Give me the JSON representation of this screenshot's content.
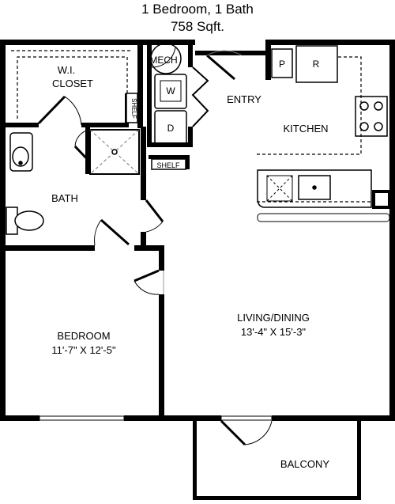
{
  "header": {
    "unit_type": "1 Bedroom, 1 Bath",
    "area": "758 Sqft."
  },
  "rooms": {
    "closet_line1": "W.I.",
    "closet_line2": "CLOSET",
    "mech": "MECH",
    "washer": "W",
    "dryer": "D",
    "entry": "ENTRY",
    "pantry": "P",
    "fridge": "R",
    "kitchen": "KITCHEN",
    "bath": "BATH",
    "shelf_closet": "SHELF",
    "shelf_hall": "SHELF",
    "bedroom_name": "BEDROOM",
    "bedroom_dims": "11'-7\" X 12'-5\"",
    "living_name": "LIVING/DINING",
    "living_dims": "13'-4\" X 15'-3\"",
    "balcony": "BALCONY"
  },
  "colors": {
    "wall": "#000000",
    "fixture_gray": "#777777",
    "background": "#ffffff"
  }
}
